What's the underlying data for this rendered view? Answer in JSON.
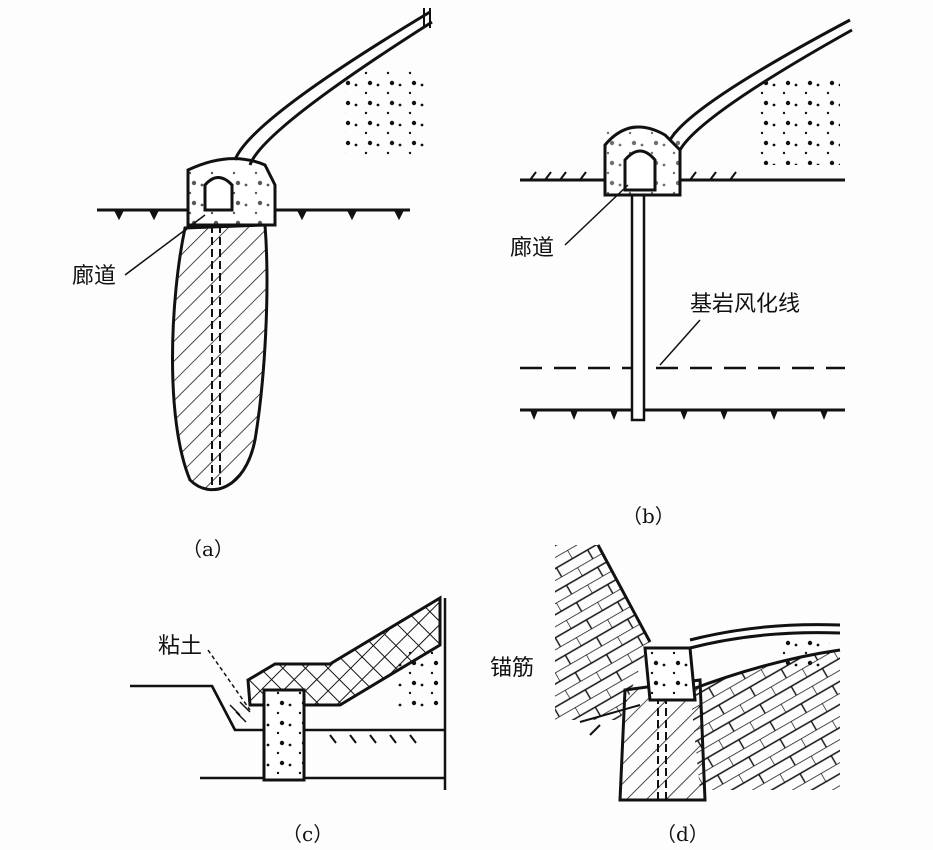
{
  "panels": {
    "a": {
      "caption": "（a）",
      "label": "廊道"
    },
    "b": {
      "caption": "（b）",
      "label": "廊道",
      "weathering_label": "基岩风化线"
    },
    "c": {
      "caption": "（c）",
      "label": "粘土"
    },
    "d": {
      "caption": "（d）",
      "label": "锚筋"
    }
  },
  "colors": {
    "ink": "#111111",
    "paper": "#fdfdfd"
  }
}
